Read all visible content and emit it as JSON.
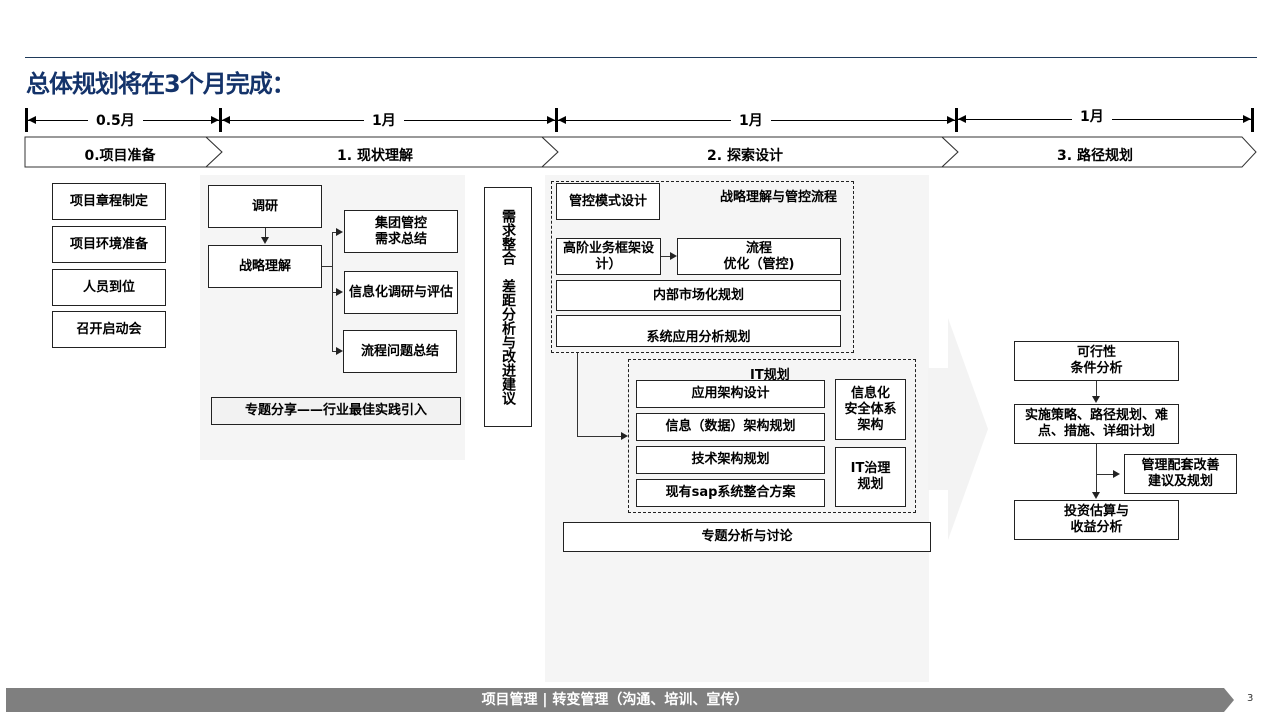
{
  "title": "总体规划将在3个月完成：",
  "durations": [
    "0.5月",
    "1月",
    "1月",
    "1月"
  ],
  "phases": [
    "0.项目准备",
    "1.  现状理解",
    "2. 探索设计",
    "3. 路径规划"
  ],
  "phase0": {
    "items": [
      "项目章程制定",
      "项目环境准备",
      "人员到位",
      "召开启动会"
    ]
  },
  "phase1": {
    "research": "调研",
    "strategy": "战略理解",
    "outputs": [
      "集团管控\n需求总结",
      "信息化调研与评估",
      "流程问题总结"
    ],
    "sharing": "专题分享——行业最佳实践引入"
  },
  "integration": "需求整合　差距分析与改进建议",
  "phase2": {
    "group_title": "战略理解与管控流程",
    "control_mode": "管控模式设计",
    "business_framework": "高阶业务框架设计）",
    "process_optimization": "流程\n优化（管控)",
    "internal_market": "内部市场化规划",
    "system_app": "系统应用分析规划",
    "it_title": "IT规划",
    "it_items": [
      "应用架构设计",
      "信息（数据）架构规划",
      "技术架构规划",
      "现有sap系统整合方案"
    ],
    "security": "信息化\n安全体系\n架构",
    "governance": "IT治理\n规划",
    "topic": "专题分析与讨论"
  },
  "phase3": {
    "feasibility": "可行性\n条件分析",
    "strategy": "实施策略、路径规划、难点、措施、详细计划",
    "supporting": "管理配套改善\n建议及规划",
    "investment": "投资估算与\n收益分析"
  },
  "footer": {
    "text": "项目管理  |  转变管理（沟通、培训、宣传）",
    "page": "3"
  },
  "colors": {
    "title": "#14336a",
    "footer": "#7f7f7f",
    "panel": "#f5f5f5"
  }
}
